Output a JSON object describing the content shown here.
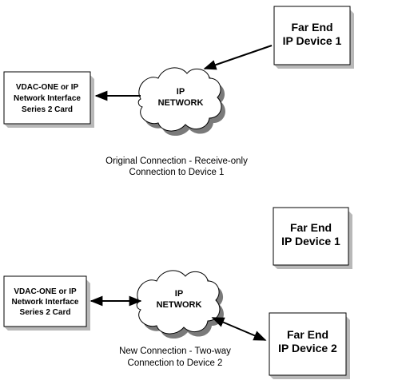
{
  "diagram_top": {
    "far_end_1": {
      "line1": "Far End",
      "line2": "IP Device 1"
    },
    "card": {
      "line1": "VDAC-ONE or IP",
      "line2": "Network Interface",
      "line3": "Series 2 Card"
    },
    "cloud": {
      "line1": "IP",
      "line2": "NETWORK"
    },
    "caption": {
      "line1": "Original Connection - Receive-only",
      "line2": "Connection to Device 1"
    }
  },
  "diagram_bottom": {
    "far_end_1": {
      "line1": "Far End",
      "line2": "IP Device 1"
    },
    "far_end_2": {
      "line1": "Far End",
      "line2": "IP Device 2"
    },
    "card": {
      "line1": "VDAC-ONE or IP",
      "line2": "Network Interface",
      "line3": "Series 2 Card"
    },
    "cloud": {
      "line1": "IP",
      "line2": "NETWORK"
    },
    "caption": {
      "line1": "New  Connection - Two-way",
      "line2": "Connection to Device 2"
    }
  },
  "colors": {
    "box_fill": "#ffffff",
    "shadow": "#b8b8b8",
    "cloud_shadow": "#7a7a7a",
    "stroke": "#000000"
  }
}
